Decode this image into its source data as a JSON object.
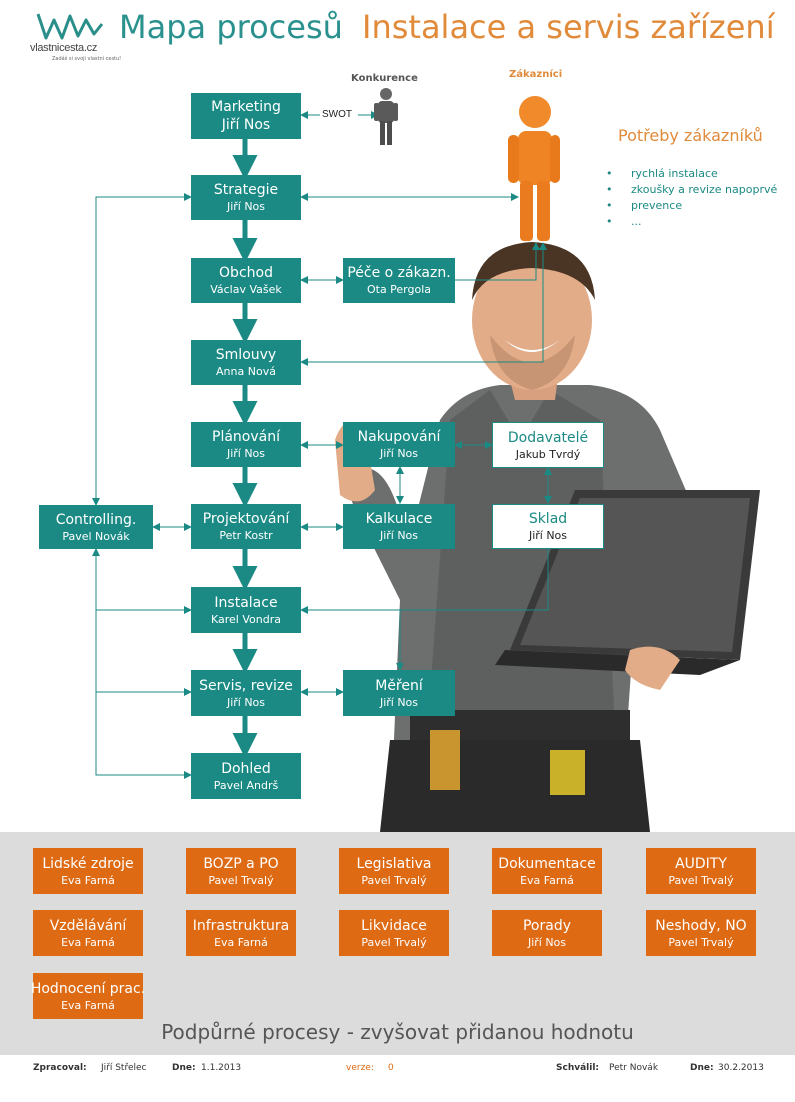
{
  "header": {
    "logo_text": "vlastnicesta.cz",
    "logo_tagline": "Zadáš si svoji vlastní cestu!",
    "title_left": "Mapa procesů",
    "title_right": "Instalace a servis zařízení"
  },
  "labels": {
    "konkurence": "Konkurence",
    "zakaznici": "Zákazníci",
    "swot": "SWOT"
  },
  "needs": {
    "title": "Potřeby zákazníků",
    "items": [
      "rychlá instalace",
      "zkoušky a revize napoprvé",
      "prevence",
      "..."
    ]
  },
  "processes": {
    "marketing": {
      "title": "Marketing",
      "person": "Jiří Nos"
    },
    "strategie": {
      "title": "Strategie",
      "person": "Jiří Nos"
    },
    "obchod": {
      "title": "Obchod",
      "person": "Václav Vašek"
    },
    "pece": {
      "title": "Péče o zákazn.",
      "person": "Ota Pergola"
    },
    "smlouvy": {
      "title": "Smlouvy",
      "person": "Anna Nová"
    },
    "planovani": {
      "title": "Plánování",
      "person": "Jiří Nos"
    },
    "nakupovani": {
      "title": "Nakupování",
      "person": "Jiří Nos"
    },
    "dodavatele": {
      "title": "Dodavatelé",
      "person": "Jakub Tvrdý"
    },
    "controlling": {
      "title": "Controlling.",
      "person": "Pavel Novák"
    },
    "projektovani": {
      "title": "Projektování",
      "person": "Petr Kostr"
    },
    "kalkulace": {
      "title": "Kalkulace",
      "person": "Jiří Nos"
    },
    "sklad": {
      "title": "Sklad",
      "person": "Jiří Nos"
    },
    "instalace": {
      "title": "Instalace",
      "person": "Karel Vondra"
    },
    "servis": {
      "title": "Servis, revize",
      "person": "Jiří Nos"
    },
    "mereni": {
      "title": "Měření",
      "person": "Jiří Nos"
    },
    "dohled": {
      "title": "Dohled",
      "person": "Pavel Andrš"
    }
  },
  "support": {
    "title": "Podpůrné procesy - zvyšovat přidanou hodnotu",
    "items": [
      {
        "title": "Lidské zdroje",
        "person": "Eva Farná"
      },
      {
        "title": "BOZP a PO",
        "person": "Pavel Trvalý"
      },
      {
        "title": "Legislativa",
        "person": "Pavel Trvalý"
      },
      {
        "title": "Dokumentace",
        "person": "Eva Farná"
      },
      {
        "title": "AUDITY",
        "person": "Pavel Trvalý"
      },
      {
        "title": "Vzdělávání",
        "person": "Eva Farná"
      },
      {
        "title": "Infrastruktura",
        "person": "Eva Farná"
      },
      {
        "title": "Likvidace",
        "person": "Pavel Trvalý"
      },
      {
        "title": "Porady",
        "person": "Jiří Nos"
      },
      {
        "title": "Neshody, NO",
        "person": "Pavel Trvalý"
      },
      {
        "title": "Hodnocení prac.",
        "person": "Eva Farná"
      }
    ]
  },
  "footer": {
    "zpracoval_label": "Zpracoval:",
    "zpracoval_value": "Jiří Střelec",
    "dne_label": "Dne:",
    "dne_value": "1.1.2013",
    "verze_label": "verze:",
    "verze_value": "0",
    "schvalil_label": "Schválil:",
    "schvalil_value": "Petr Novák",
    "dne2_label": "Dne:",
    "dne2_value": "30.2.2013"
  },
  "colors": {
    "teal": "#1b8a84",
    "orange": "#de6a14",
    "title_teal": "#2b918e",
    "title_orange": "#e08a3a",
    "support_bg": "#dcdcdc"
  }
}
